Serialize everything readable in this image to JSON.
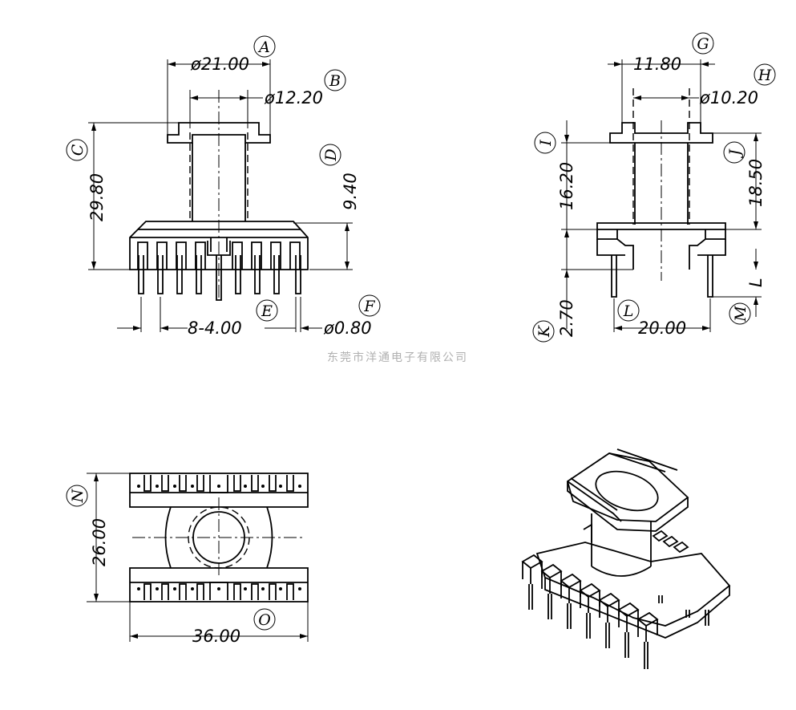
{
  "front_view": {
    "dim_A": "ø21.00",
    "dim_B": "ø12.20",
    "dim_height": "29.80",
    "dim_base": "9.40",
    "dim_pitch": "8-4.00",
    "dim_pin": "ø0.80",
    "label_A": "A",
    "label_B": "B",
    "label_C": "C",
    "label_D": "D",
    "label_E": "E",
    "label_F": "F"
  },
  "side_view": {
    "dim_top": "11.80",
    "dim_bore": "ø10.20",
    "dim_16": "16.20",
    "dim_18": "18.50",
    "dim_pin_len": "2.70",
    "dim_span": "20.00",
    "dim_L": "L",
    "label_G": "G",
    "label_H": "H",
    "label_I": "I",
    "label_J": "J",
    "label_K": "K",
    "label_L": "L",
    "label_M": "M"
  },
  "top_view": {
    "dim_depth": "26.00",
    "dim_width": "36.00",
    "label_N": "N",
    "label_O": "O"
  },
  "watermark": "东莞市洋通电子有限公司"
}
